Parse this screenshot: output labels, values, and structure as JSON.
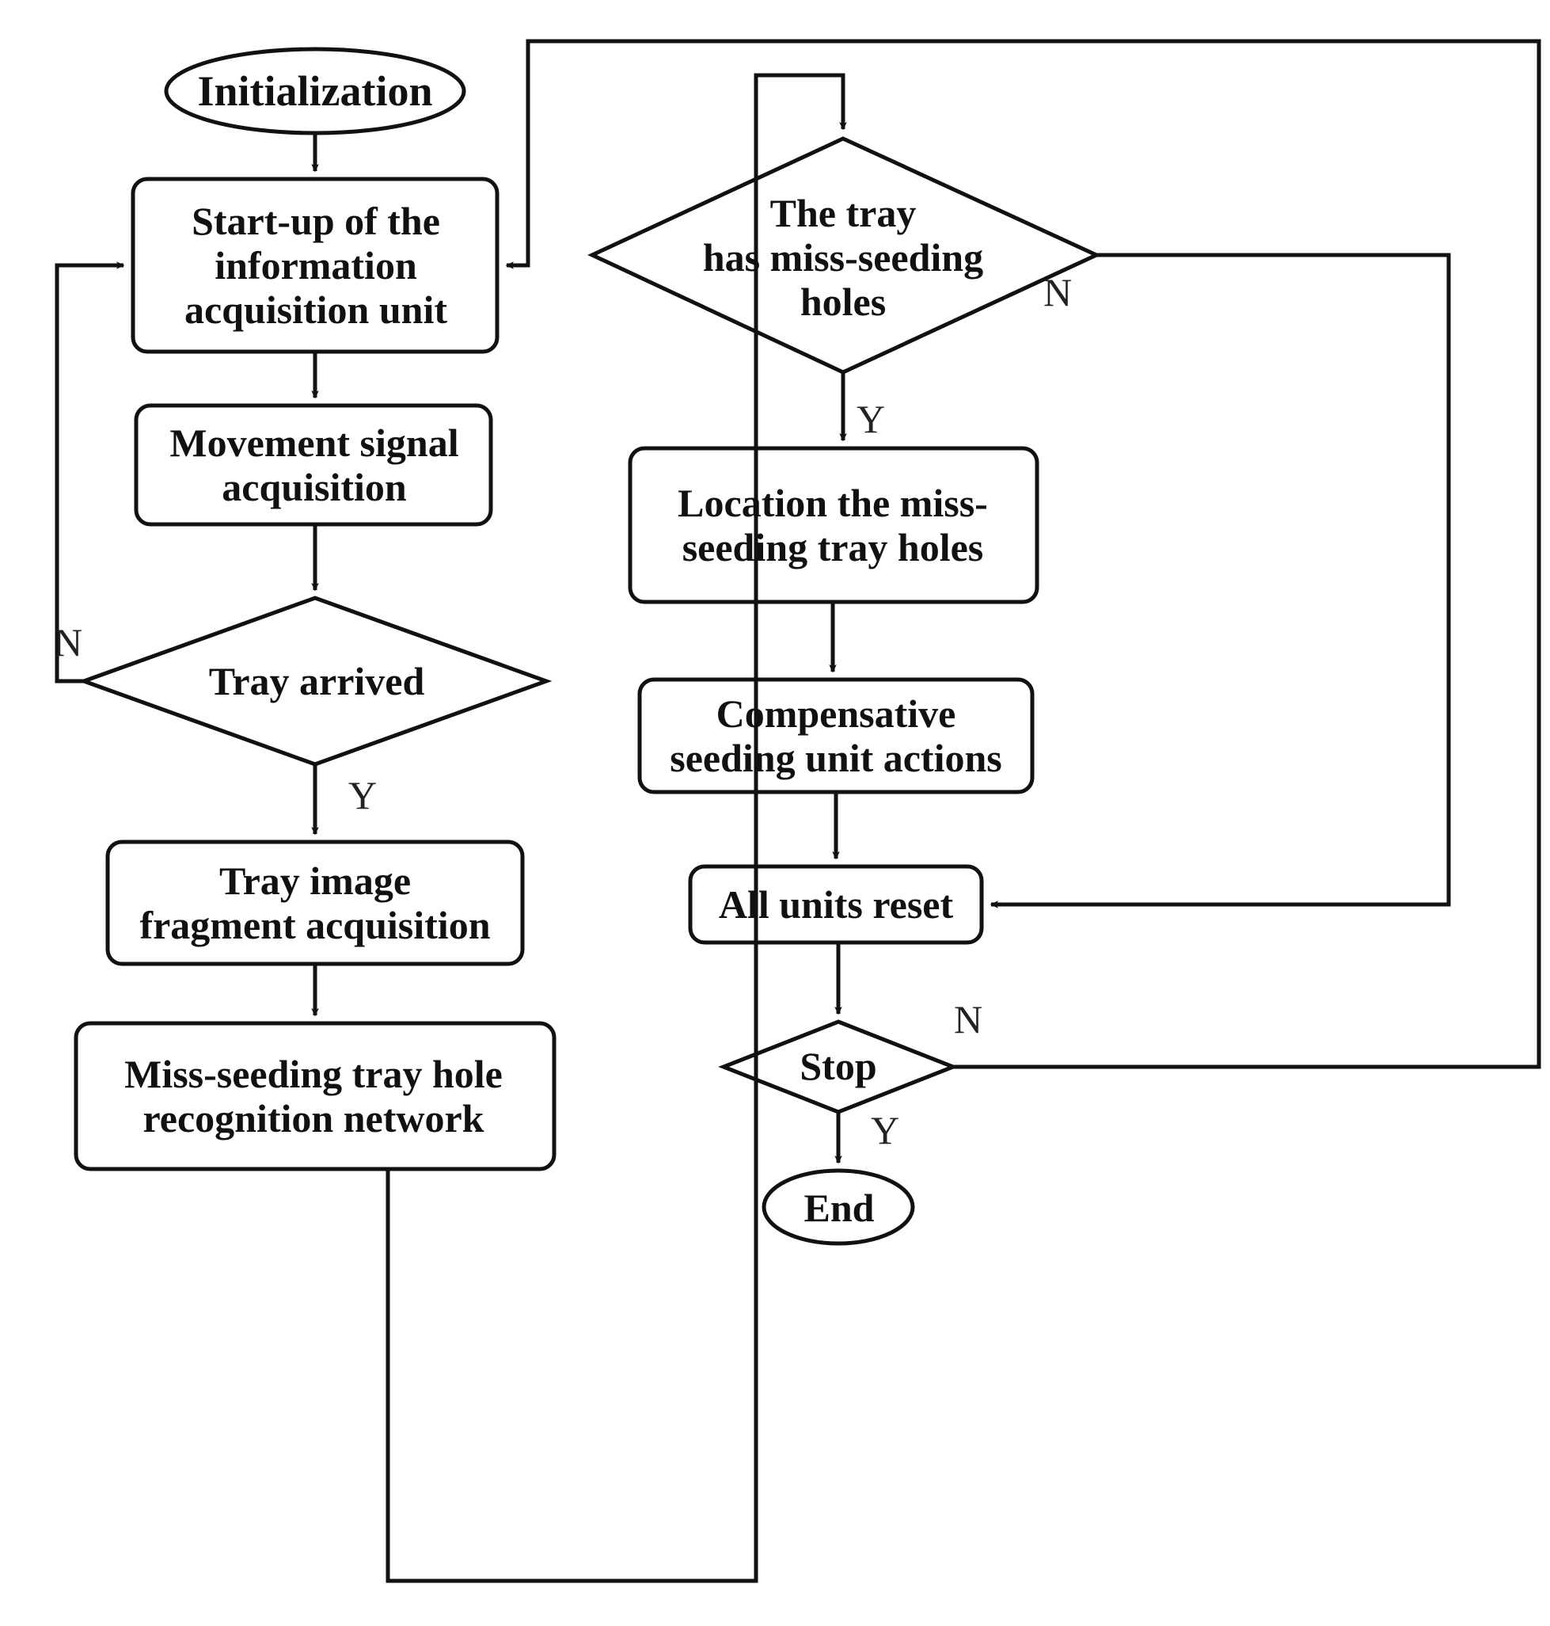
{
  "diagram": {
    "title": "Miss-seeding detection and compensative seeding control flowchart",
    "stroke_color": "#111111",
    "fill_color": "#ffffff",
    "background": "#ffffff"
  },
  "nodes": {
    "initialization": {
      "label": "Initialization",
      "shape": "ellipse"
    },
    "startup": {
      "label": "Start-up of the\ninformation\nacquisition unit",
      "shape": "process"
    },
    "movement_signal": {
      "label": "Movement signal\nacquisition",
      "shape": "process"
    },
    "tray_arrived": {
      "label": "Tray arrived",
      "shape": "decision"
    },
    "tray_image": {
      "label": "Tray image\nfragment acquisition",
      "shape": "process"
    },
    "miss_recognition": {
      "label": "Miss-seeding tray hole\nrecognition network",
      "shape": "process"
    },
    "has_miss_holes": {
      "label": "The tray\nhas miss-seeding\nholes",
      "shape": "decision"
    },
    "location_holes": {
      "label": "Location the  miss-\nseeding tray holes",
      "shape": "process"
    },
    "compensative": {
      "label": "Compensative\nseeding unit actions",
      "shape": "process"
    },
    "all_units_reset": {
      "label": "All units reset",
      "shape": "process"
    },
    "stop": {
      "label": "Stop",
      "shape": "decision"
    },
    "end": {
      "label": "End",
      "shape": "ellipse"
    }
  },
  "edge_labels": {
    "tray_arrived_no": "N",
    "tray_arrived_yes": "Y",
    "has_miss_holes_no": "N",
    "has_miss_holes_yes": "Y",
    "stop_no": "N",
    "stop_yes": "Y"
  },
  "edges": [
    {
      "from": "initialization",
      "to": "startup",
      "label": ""
    },
    {
      "from": "startup",
      "to": "movement_signal",
      "label": ""
    },
    {
      "from": "movement_signal",
      "to": "tray_arrived",
      "label": ""
    },
    {
      "from": "tray_arrived",
      "to": "startup",
      "label": "N"
    },
    {
      "from": "tray_arrived",
      "to": "tray_image",
      "label": "Y"
    },
    {
      "from": "tray_image",
      "to": "miss_recognition",
      "label": ""
    },
    {
      "from": "miss_recognition",
      "to": "has_miss_holes",
      "label": ""
    },
    {
      "from": "has_miss_holes",
      "to": "location_holes",
      "label": "Y"
    },
    {
      "from": "has_miss_holes",
      "to": "all_units_reset",
      "label": "N"
    },
    {
      "from": "location_holes",
      "to": "compensative",
      "label": ""
    },
    {
      "from": "compensative",
      "to": "all_units_reset",
      "label": ""
    },
    {
      "from": "all_units_reset",
      "to": "stop",
      "label": ""
    },
    {
      "from": "stop",
      "to": "startup",
      "label": "N"
    },
    {
      "from": "stop",
      "to": "end",
      "label": "Y"
    }
  ]
}
